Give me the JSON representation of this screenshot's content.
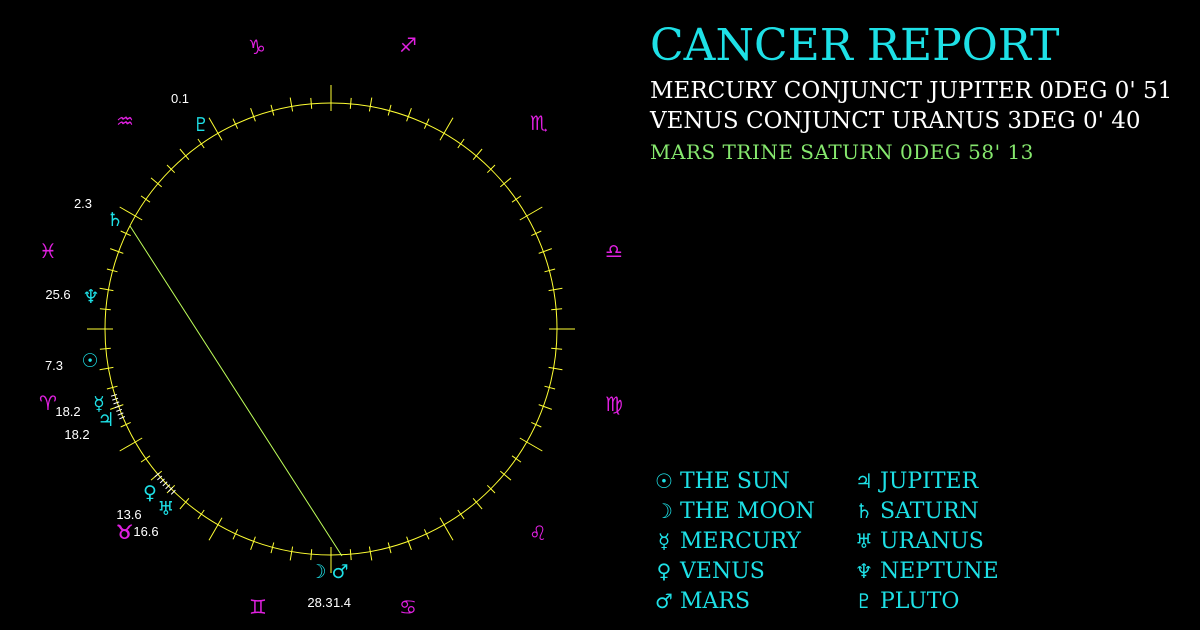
{
  "header": {
    "title": "CANCER REPORT"
  },
  "aspects": [
    "MERCURY CONJUNCT JUPITER 0DEG 0' 51",
    "VENUS CONJUNCT URANUS 3DEG 0' 40",
    "MARS TRINE SATURN 0DEG 58' 13"
  ],
  "colors": {
    "background": "#000000",
    "title": "#1ee0e6",
    "aspect_text": "#ffffff",
    "aspect_highlight": "#86e86e",
    "zodiac_sign": "#e020e0",
    "planet_glyph": "#1ee0e6",
    "wheel_circle": "#ffff33",
    "aspect_line": "#bfff5a"
  },
  "legend": [
    {
      "symbol": "☉",
      "icon": "sun-icon",
      "label": "THE SUN"
    },
    {
      "symbol": "♃",
      "icon": "jupiter-icon",
      "label": "JUPITER"
    },
    {
      "symbol": "☽",
      "icon": "moon-icon",
      "label": "THE MOON"
    },
    {
      "symbol": "♄",
      "icon": "saturn-icon",
      "label": "SATURN"
    },
    {
      "symbol": "☿",
      "icon": "mercury-icon",
      "label": "MERCURY"
    },
    {
      "symbol": "♅",
      "icon": "uranus-icon",
      "label": "URANUS"
    },
    {
      "symbol": "♀",
      "icon": "venus-icon",
      "label": "VENUS"
    },
    {
      "symbol": "♆",
      "icon": "neptune-icon",
      "label": "NEPTUNE"
    },
    {
      "symbol": "♂",
      "icon": "mars-icon",
      "label": "MARS"
    },
    {
      "symbol": "♇",
      "icon": "pluto-icon",
      "label": "PLUTO"
    }
  ],
  "zodiac_signs": [
    {
      "symbol": "♑",
      "icon": "capricorn-icon"
    },
    {
      "symbol": "♐",
      "icon": "sagittarius-icon"
    },
    {
      "symbol": "♏",
      "icon": "scorpio-icon"
    },
    {
      "symbol": "♎",
      "icon": "libra-icon"
    },
    {
      "symbol": "♍",
      "icon": "virgo-icon"
    },
    {
      "symbol": "♌",
      "icon": "leo-icon"
    },
    {
      "symbol": "♋",
      "icon": "cancer-icon"
    },
    {
      "symbol": "♊",
      "icon": "gemini-icon"
    },
    {
      "symbol": "♉",
      "icon": "taurus-icon"
    },
    {
      "symbol": "♈",
      "icon": "aries-icon"
    },
    {
      "symbol": "♓",
      "icon": "pisces-icon"
    },
    {
      "symbol": "♒",
      "icon": "aquarius-icon"
    }
  ],
  "planets": [
    {
      "symbol": "♇",
      "icon": "pluto-icon",
      "degree": "0.1"
    },
    {
      "symbol": "♄",
      "icon": "saturn-icon",
      "degree": "2.3"
    },
    {
      "symbol": "♆",
      "icon": "neptune-icon",
      "degree": "25.6"
    },
    {
      "symbol": "☉",
      "icon": "sun-icon",
      "degree": "7.3"
    },
    {
      "symbol": "☿",
      "icon": "mercury-icon",
      "degree": "18.2"
    },
    {
      "symbol": "♃",
      "icon": "jupiter-icon",
      "degree": "18.2"
    },
    {
      "symbol": "♀",
      "icon": "venus-icon",
      "degree": ""
    },
    {
      "symbol": "♅",
      "icon": "uranus-icon",
      "degree": "13.6"
    },
    {
      "symbol": "♉",
      "icon": "taurus-marker-icon",
      "degree": "16.6"
    },
    {
      "symbol": "☽",
      "icon": "moon-icon",
      "degree": "28.3"
    },
    {
      "symbol": "♂",
      "icon": "mars-icon",
      "degree": "1.4"
    }
  ]
}
